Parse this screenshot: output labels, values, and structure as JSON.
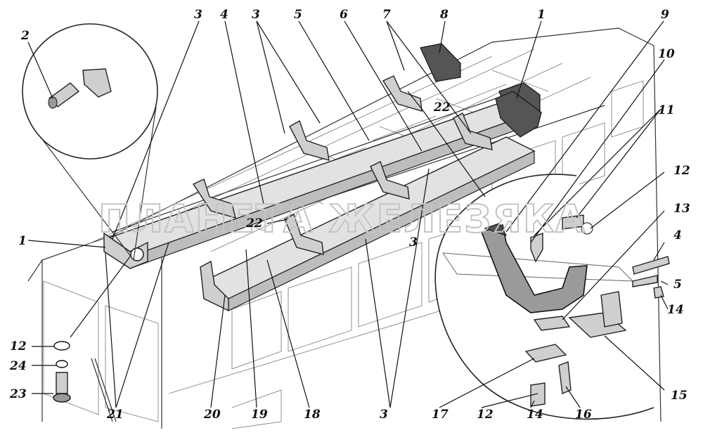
{
  "diagram": {
    "watermark": "ПЛАНЕТА ЖЕЛЕЗЯКА",
    "callouts": [
      "1",
      "2",
      "3",
      "4",
      "5",
      "6",
      "7",
      "8",
      "9",
      "10",
      "11",
      "12",
      "13",
      "14",
      "15",
      "16",
      "17",
      "18",
      "19",
      "20",
      "21",
      "22",
      "23",
      "24"
    ]
  }
}
